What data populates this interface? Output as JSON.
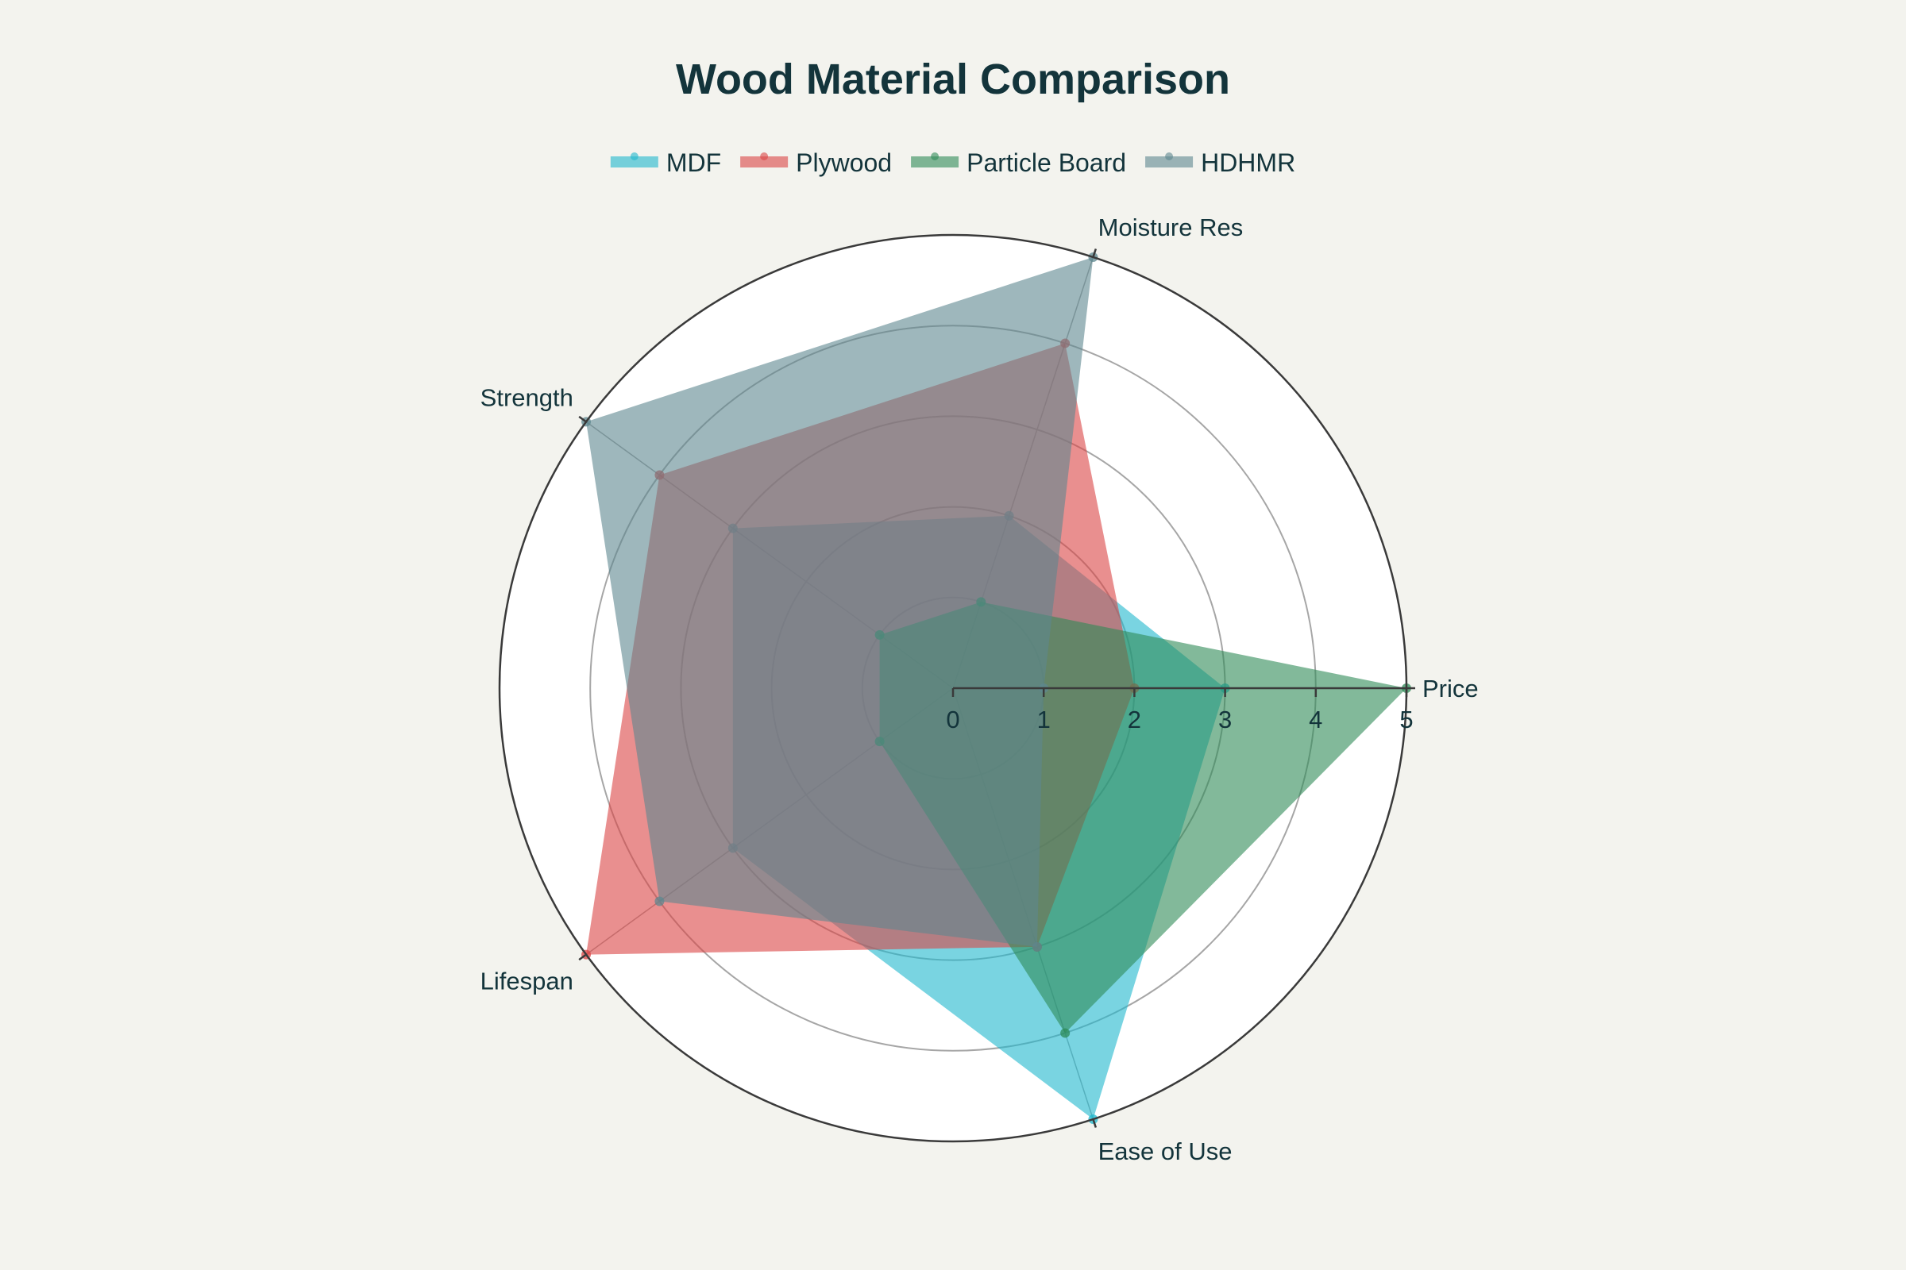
{
  "chart_data": {
    "type": "radar",
    "title": "Wood Material Comparison",
    "categories": [
      "Price",
      "Moisture Res",
      "Strength",
      "Lifespan",
      "Ease of Use"
    ],
    "series": [
      {
        "name": "MDF",
        "values": [
          3,
          2,
          3,
          3,
          5
        ],
        "color": "#1FB8CD"
      },
      {
        "name": "Plywood",
        "values": [
          2,
          4,
          4,
          5,
          3
        ],
        "color": "#DB4545"
      },
      {
        "name": "Particle Board",
        "values": [
          5,
          1,
          1,
          1,
          4
        ],
        "color": "#2E8B57"
      },
      {
        "name": "HDHMR",
        "values": [
          1,
          5,
          5,
          4,
          3
        ],
        "color": "#5D878F"
      }
    ],
    "radial_range": [
      0,
      5
    ],
    "radial_ticks": [
      "0",
      "1",
      "2",
      "3",
      "4",
      "5"
    ],
    "legend_position": "top",
    "fill_opacity": 0.6,
    "grid": true
  },
  "colors": {
    "background": "#F3F3EE",
    "plot_background": "#FFFFFF",
    "text": "#13343B",
    "grid": "#A6A6A6",
    "axis": "#3A3A3A"
  }
}
